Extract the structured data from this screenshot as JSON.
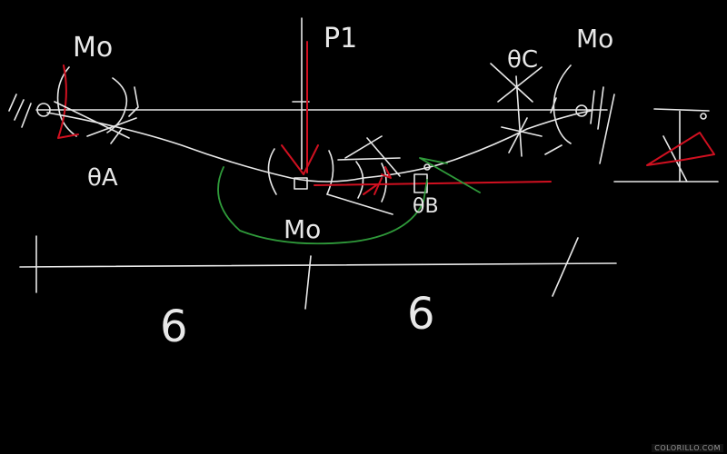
{
  "labels": {
    "load": "P1",
    "moment_left": "Mo",
    "moment_right": "Mo",
    "moment_mid": "Mo",
    "theta_a": "θA",
    "theta_b": "θB",
    "theta_c": "θC",
    "span_left": "6",
    "span_right": "6"
  },
  "watermark": "COLORILLO.COM",
  "colors": {
    "background": "#000000",
    "chalk": "#e8e8e8",
    "load_arrow": "#d01020",
    "bubble": "#2f9a3a"
  }
}
